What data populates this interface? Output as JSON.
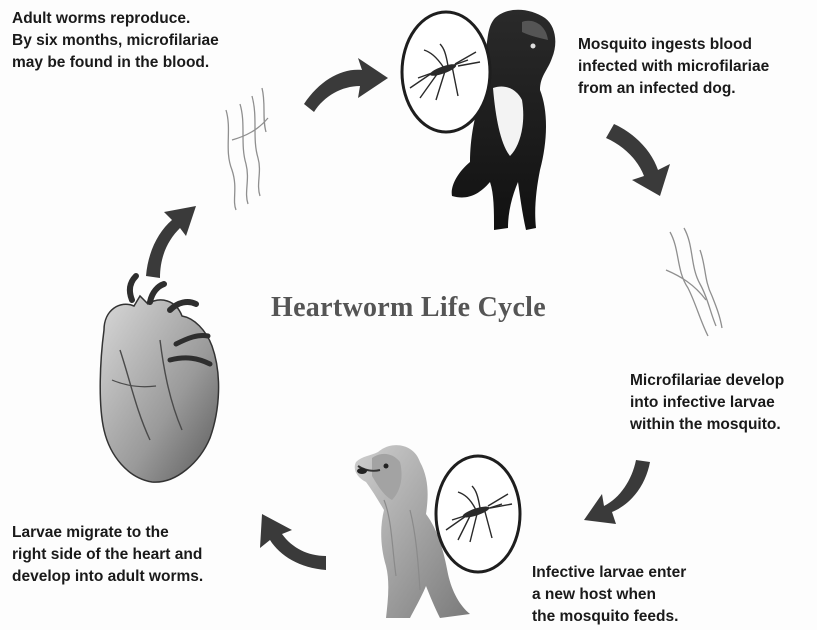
{
  "title": "Heartworm Life Cycle",
  "stages": [
    {
      "id": "adult-worms",
      "lines": [
        "Adult worms reproduce.",
        "By six months, microfilariae",
        "may be found in the blood."
      ]
    },
    {
      "id": "mosquito-ingests",
      "lines": [
        "Mosquito ingests blood",
        "infected with microfilariae",
        "from an infected dog."
      ]
    },
    {
      "id": "microfilariae-develop",
      "lines": [
        "Microfilariae develop",
        "into infective larvae",
        "within the mosquito."
      ]
    },
    {
      "id": "infective-larvae",
      "lines": [
        "Infective larvae enter",
        "a new host when",
        "the mosquito feeds."
      ]
    },
    {
      "id": "larvae-migrate",
      "lines": [
        "Larvae migrate to the",
        "right side of the heart and",
        "develop into adult worms."
      ]
    }
  ],
  "icons": [
    "mosquito-icon",
    "dog-icon",
    "heart-icon",
    "worms-icon",
    "arrow-icon"
  ],
  "colors": {
    "text": "#1a1a1a",
    "title": "#555555",
    "arrow": "#3a3a3a",
    "art": "#2b2b2b"
  }
}
